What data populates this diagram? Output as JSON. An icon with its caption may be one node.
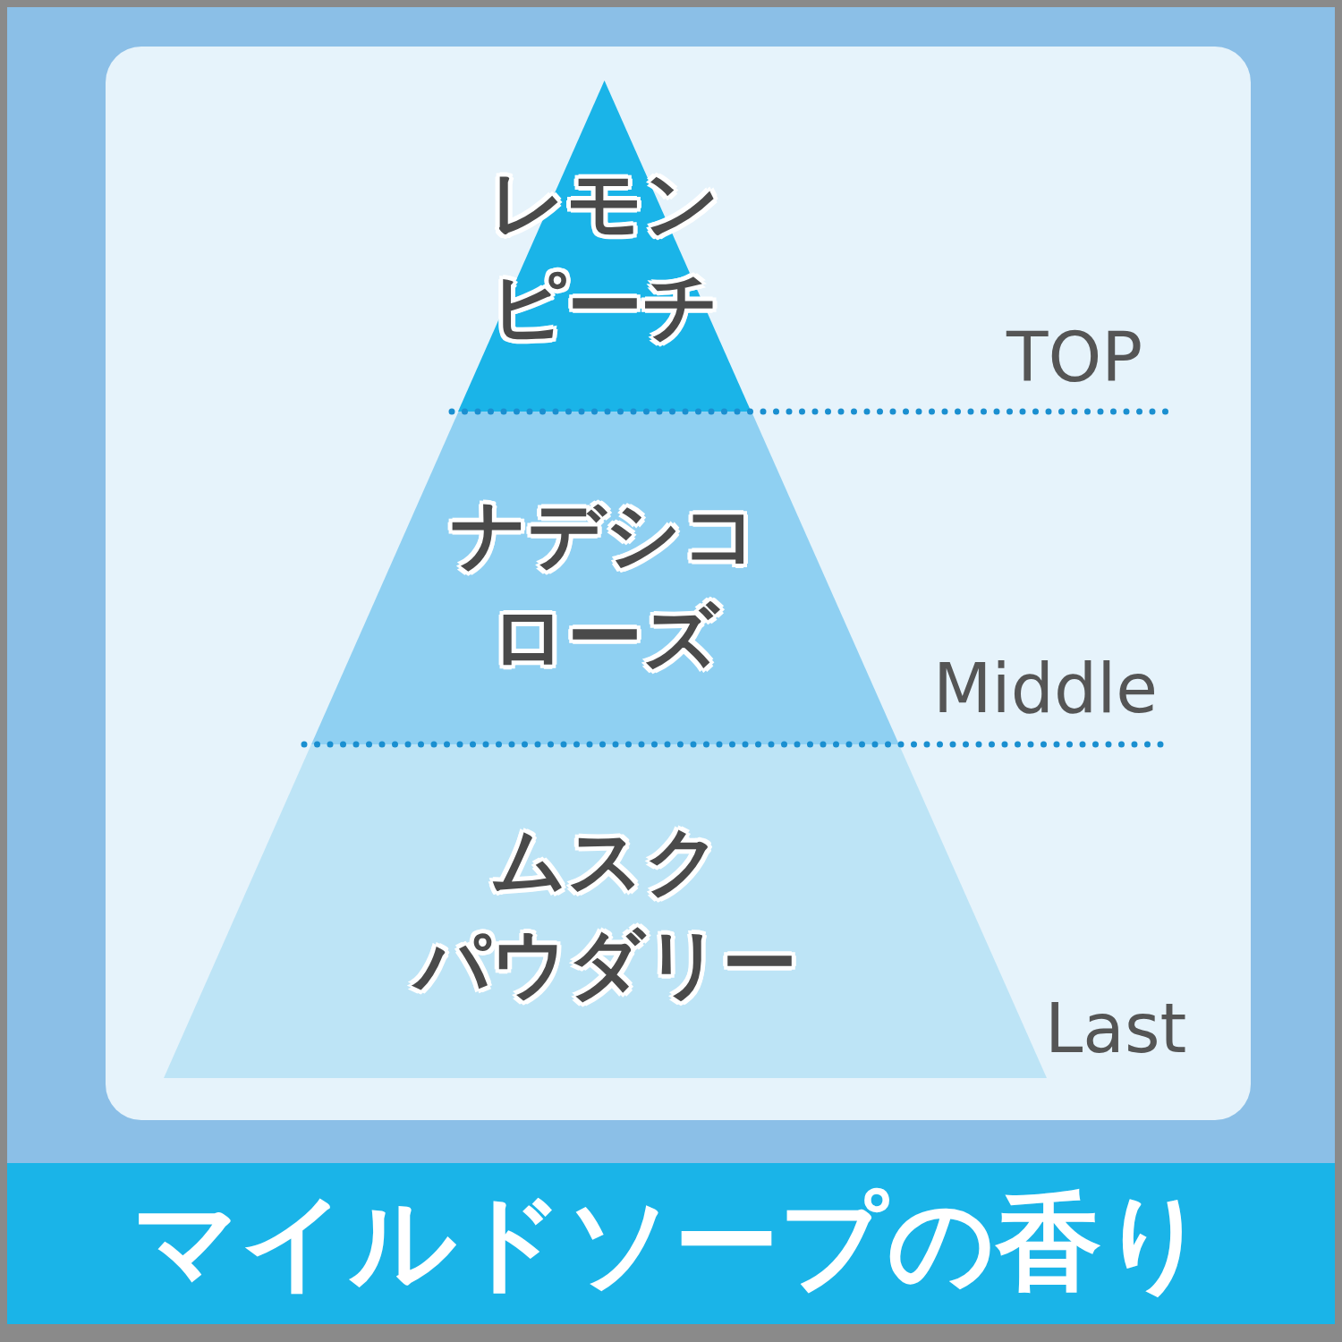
{
  "diagram": {
    "title": "マイルドソープの香り",
    "nodes": [
      {
        "text": [
          "レモンピーチ"
        ]
      },
      {
        "text": [
          "ナデシコローズ"
        ]
      },
      {
        "text": [
          "ムスクパウダリー"
        ]
      }
    ],
    "labels": [
      "TOP",
      "Middle",
      "Last"
    ]
  }
}
